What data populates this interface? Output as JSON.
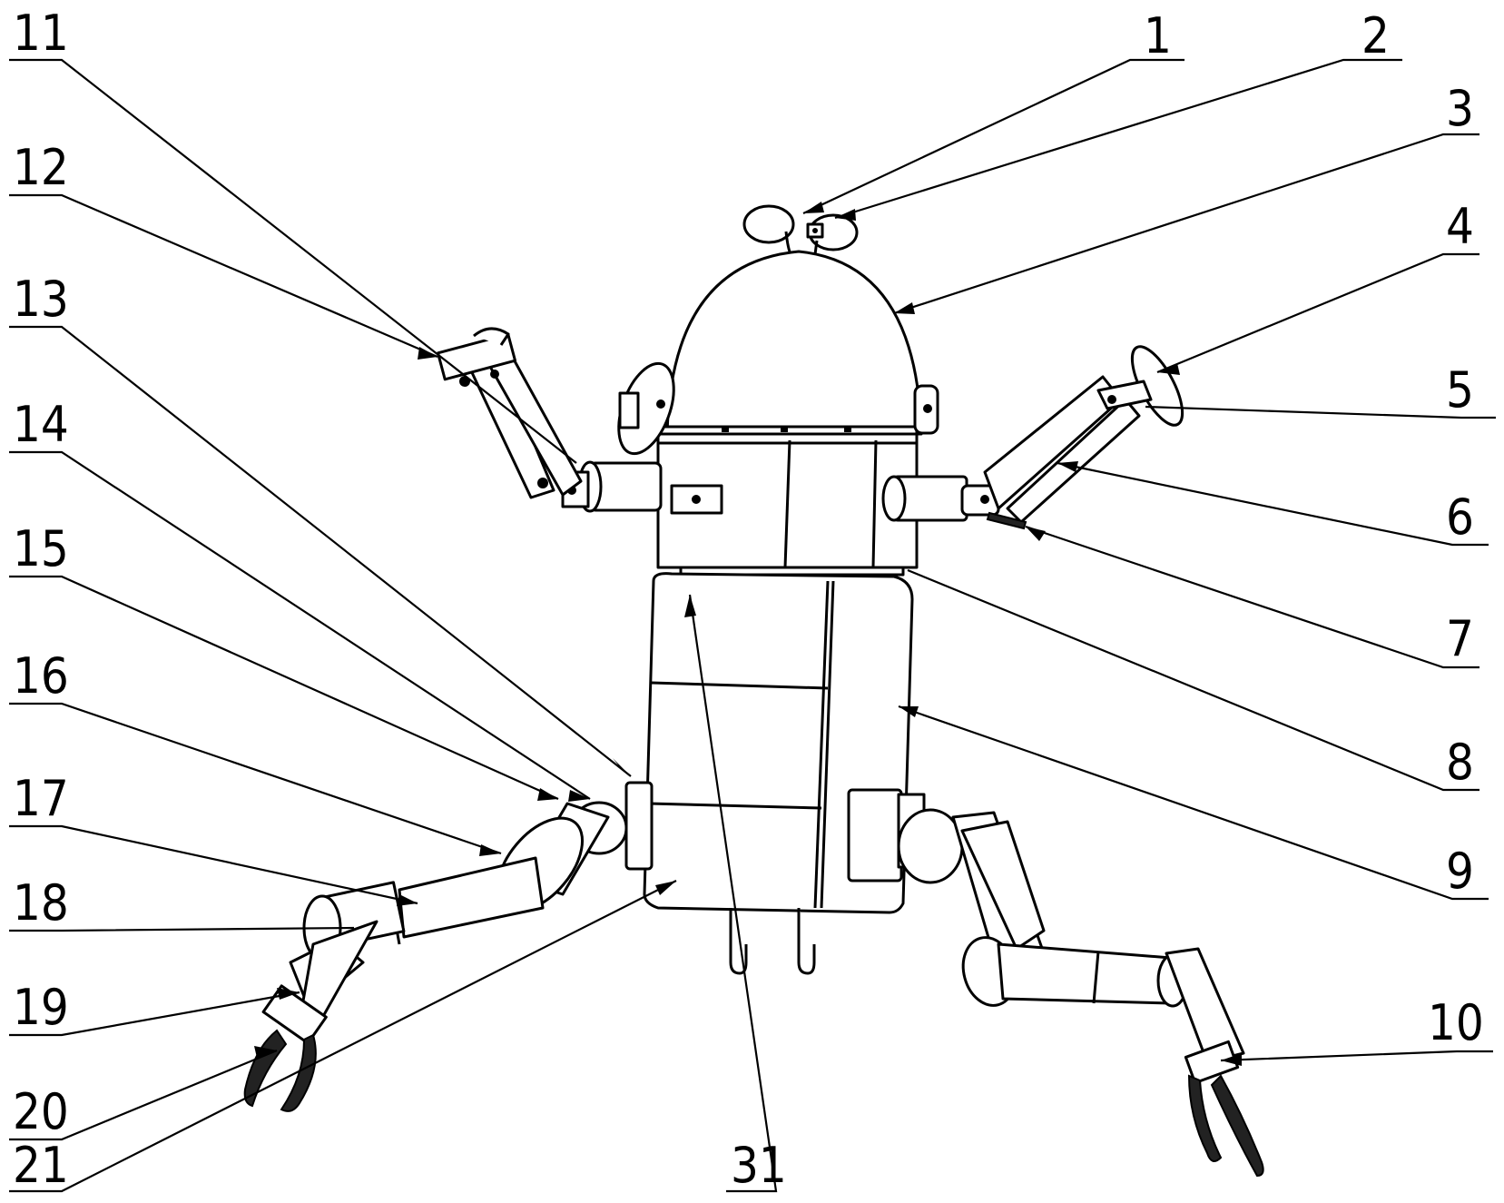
{
  "diagram": {
    "reference_numerals": [
      "1",
      "2",
      "3",
      "4",
      "5",
      "6",
      "7",
      "8",
      "9",
      "10",
      "11",
      "12",
      "13",
      "14",
      "15",
      "16",
      "17",
      "18",
      "19",
      "20",
      "21",
      "31"
    ]
  }
}
